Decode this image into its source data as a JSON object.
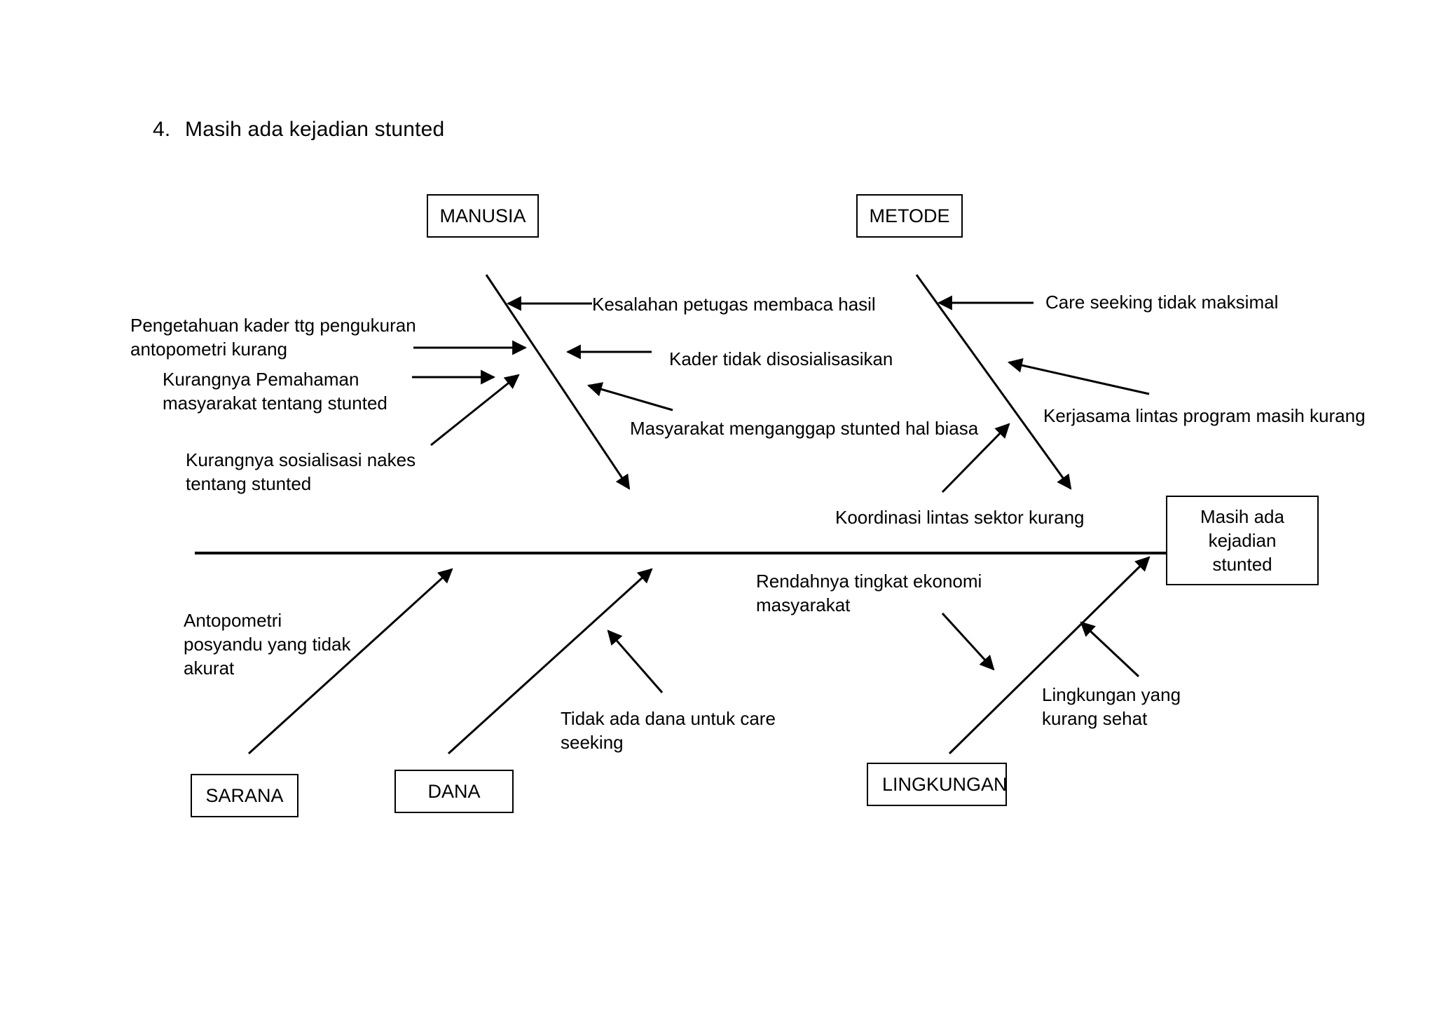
{
  "page": {
    "title_number": "4.",
    "title_text": "Masih ada kejadian stunted",
    "background_color": "#ffffff",
    "line_color": "#000000"
  },
  "diagram": {
    "type": "fishbone",
    "effect": {
      "line1": "Masih ada",
      "line2": "kejadian",
      "line3": "stunted"
    },
    "categories": {
      "manusia": "MANUSIA",
      "metode": "METODE",
      "sarana": "SARANA",
      "dana": "DANA",
      "lingkungan": "LINGKUNGAN"
    },
    "causes": {
      "manusia": [
        "Kesalahan petugas membaca hasil",
        "Pengetahuan kader ttg pengukuran\nantopometri kurang",
        "Kurangnya Pemahaman\nmasyarakat tentang stunted",
        "Kader tidak disosialisasikan",
        "Masyarakat menganggap stunted  hal biasa",
        "Kurangnya sosialisasi  nakes\ntentang stunted"
      ],
      "metode": [
        "Care seeking tidak maksimal",
        "Kerjasama lintas program masih kurang",
        "Koordinasi lintas sektor kurang"
      ],
      "sarana": [
        "Antopometri\nposyandu yang tidak\nakurat"
      ],
      "dana": [
        "Tidak ada dana untuk care\nseeking"
      ],
      "lingkungan": [
        "Rendahnya tingkat ekonomi\nmasyarakat",
        "Lingkungan yang\nkurang sehat"
      ]
    }
  }
}
